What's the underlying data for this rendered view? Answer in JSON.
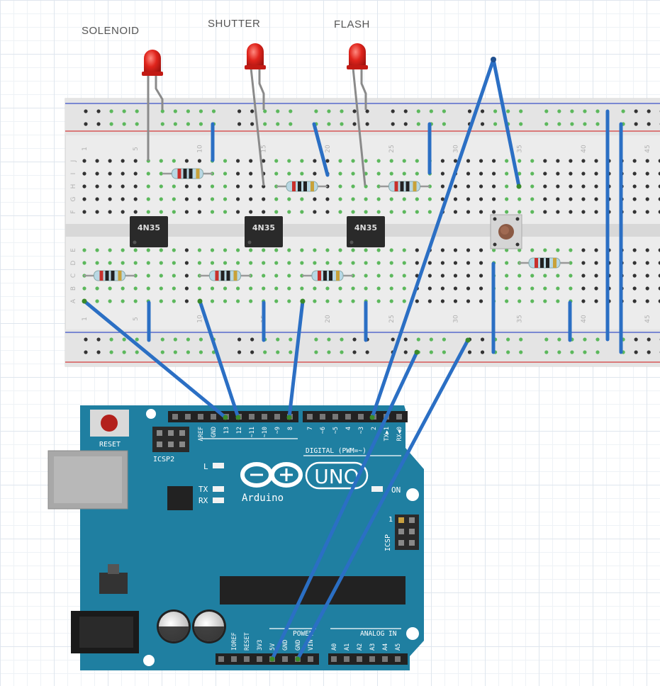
{
  "labels": {
    "solenoid": "SOLENOID",
    "shutter": "SHUTTER",
    "flash": "FLASH"
  },
  "breadboard": {
    "column_numbers_top": [
      "1",
      "5",
      "10",
      "15",
      "20",
      "25",
      "30",
      "35",
      "40",
      "45"
    ],
    "column_numbers_bottom": [
      "1",
      "5",
      "10",
      "15",
      "20",
      "25",
      "30",
      "35",
      "40",
      "45"
    ],
    "row_letters_top": [
      "J",
      "I",
      "H",
      "G",
      "F"
    ],
    "row_letters_bottom": [
      "E",
      "D",
      "C",
      "B",
      "A"
    ]
  },
  "ics": [
    {
      "label": "4N35"
    },
    {
      "label": "4N35"
    },
    {
      "label": "4N35"
    }
  ],
  "arduino": {
    "reset_label": "RESET",
    "icsp2_label": "ICSP2",
    "icsp_label": "ICSP",
    "icsp_pin1": "1",
    "brand": "Arduino",
    "model": "UNO",
    "led_l": "L",
    "led_tx": "TX",
    "led_rx": "RX",
    "led_on": "ON",
    "digital_label": "DIGITAL (PWM=~)",
    "power_label": "POWER",
    "analog_label": "ANALOG IN",
    "digital_pins": [
      "AREF",
      "GND",
      "13",
      "12",
      "~11",
      "~10",
      "~9",
      "8",
      "7",
      "~6",
      "~5",
      "4",
      "~3",
      "2",
      "TX▶1",
      "RX◀0"
    ],
    "power_pins": [
      "IOREF",
      "RESET",
      "3V3",
      "5V",
      "GND",
      "GND",
      "VIN"
    ],
    "analog_pins": [
      "A0",
      "A1",
      "A2",
      "A3",
      "A4",
      "A5"
    ]
  },
  "colors": {
    "board": "#1f7fa1",
    "wire": "#2b6fc4",
    "led": "#e0241c",
    "breadboard": "#ececec",
    "rail_red": "#d33a3a",
    "rail_blue": "#3a52c7"
  }
}
